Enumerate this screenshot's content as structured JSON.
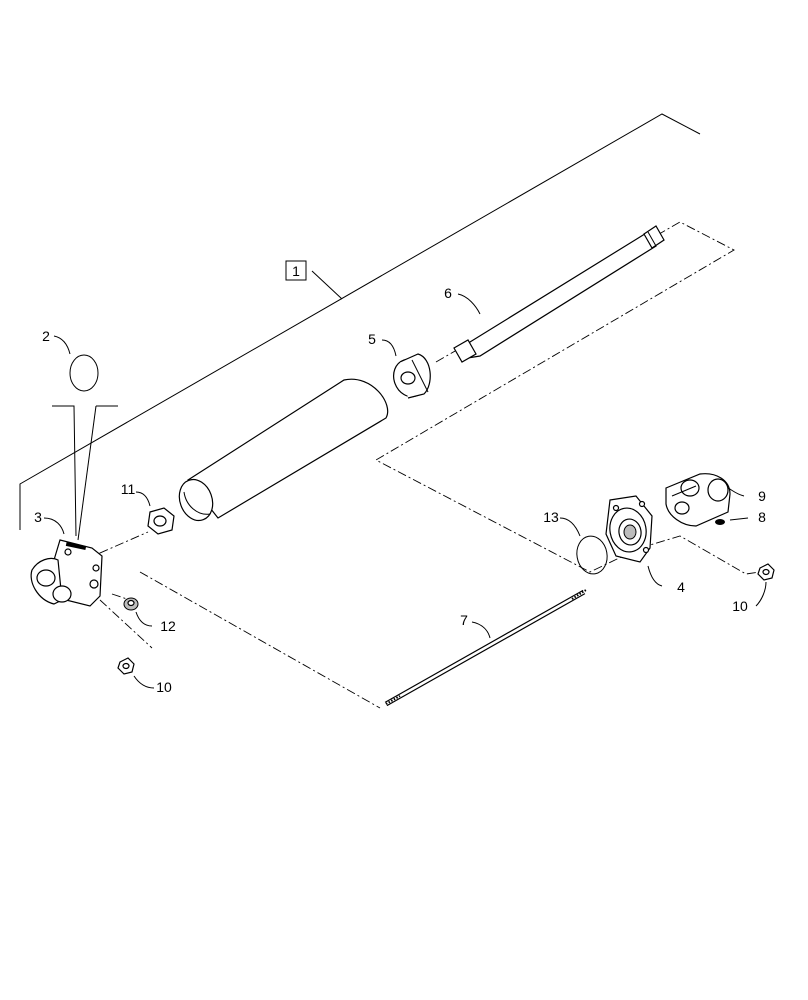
{
  "callouts": {
    "c1": "1",
    "c2": "2",
    "c3": "3",
    "c4": "4",
    "c5": "5",
    "c6": "6",
    "c7": "7",
    "c8": "8",
    "c9": "9",
    "c10a": "10",
    "c10b": "10",
    "c11": "11",
    "c12": "12",
    "c13": "13"
  }
}
